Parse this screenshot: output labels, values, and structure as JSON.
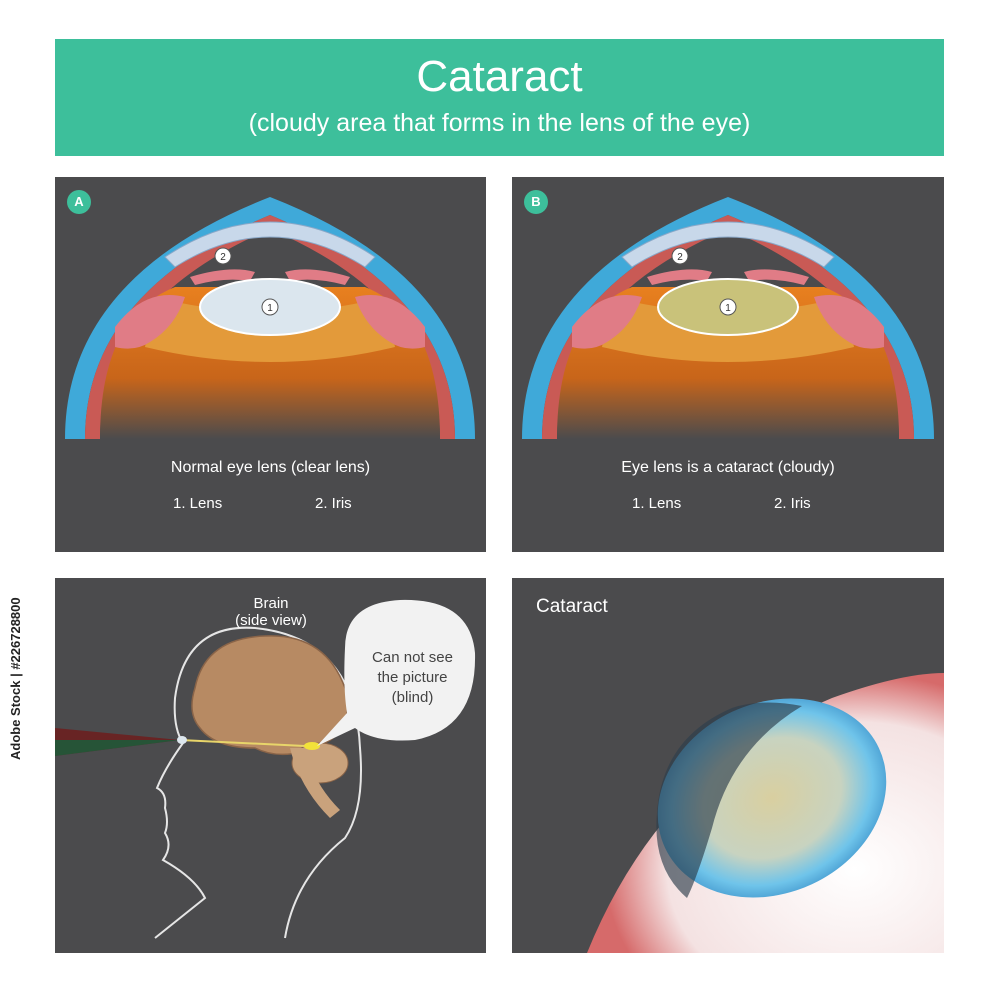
{
  "header": {
    "title": "Cataract",
    "subtitle": "(cloudy area that forms in the lens of the eye)"
  },
  "panel_a": {
    "badge": "A",
    "marker_1": "1",
    "marker_2": "2",
    "caption": "Normal eye lens (clear lens)",
    "item_1": "1. Lens",
    "item_2": "2. Iris",
    "lens_color": "#dbe6ee"
  },
  "panel_b": {
    "badge": "B",
    "marker_1": "1",
    "marker_2": "2",
    "caption": "Eye lens is a cataract (cloudy)",
    "item_1": "1. Lens",
    "item_2": "2. Iris",
    "lens_color": "#c9c27a"
  },
  "panel_c": {
    "brain_label_1": "Brain",
    "brain_label_2": "(side view)",
    "bubble_line_1": "Can not see",
    "bubble_line_2": "the picture",
    "bubble_line_3": "(blind)"
  },
  "panel_d": {
    "title": "Cataract"
  },
  "sidebar": {
    "stock_id": "Adobe Stock | #226728800"
  },
  "colors": {
    "accent": "#3dbf9b",
    "panel_bg": "#4b4b4d"
  }
}
